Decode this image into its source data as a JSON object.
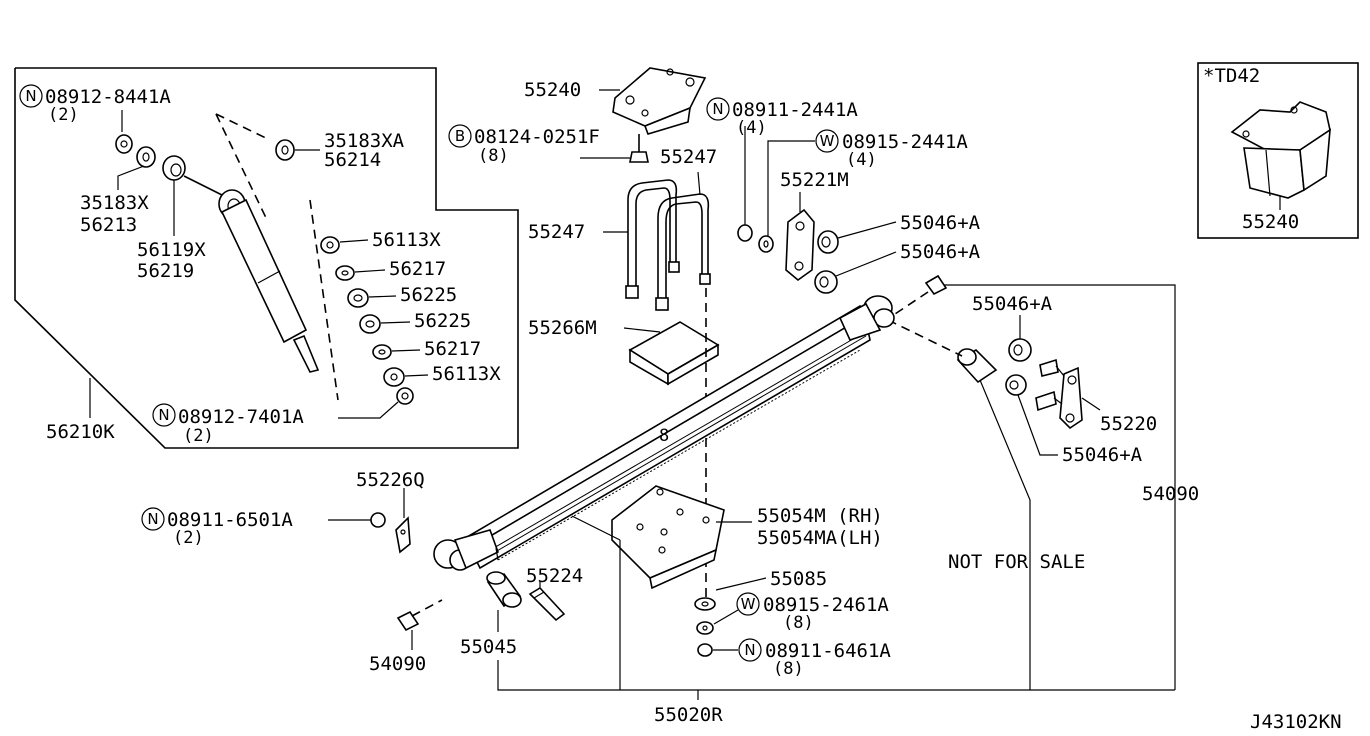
{
  "callouts": {
    "n_08912_8441a": {
      "prefix": "N",
      "code": "08912-8441A",
      "qty": "(2)"
    },
    "p_35183xa": "35183XA",
    "p_56214": "56214",
    "p_35183x": "35183X",
    "p_56213": "56213",
    "p_56119x": "56119X",
    "p_56219": "56219",
    "p_56113x_a": "56113X",
    "p_56217_a": "56217",
    "p_56225_a": "56225",
    "p_56225_b": "56225",
    "p_56217_b": "56217",
    "p_56113x_b": "56113X",
    "n_08912_7401a": {
      "prefix": "N",
      "code": "08912-7401A",
      "qty": "(2)"
    },
    "p_56210k": "56210K",
    "p_55240": "55240",
    "b_08124_0251f": {
      "prefix": "B",
      "code": "08124-0251F",
      "qty": "(8)"
    },
    "p_55247_a": "55247",
    "p_55247_b": "55247",
    "p_55266m": "55266M",
    "n_08911_2441a": {
      "prefix": "N",
      "code": "08911-2441A",
      "qty": "(4)"
    },
    "w_08915_2441a": {
      "prefix": "W",
      "code": "08915-2441A",
      "qty": "(4)"
    },
    "p_55221m": "55221M",
    "p_55046a_1": "55046+A",
    "p_55046a_2": "55046+A",
    "p_55046a_3": "55046+A",
    "p_55046a_4": "55046+A",
    "p_55220": "55220",
    "p_54090_r": "54090",
    "not_for_sale": "NOT FOR SALE",
    "p_55226q": "55226Q",
    "n_08911_6501a": {
      "prefix": "N",
      "code": "08911-6501A",
      "qty": "(2)"
    },
    "p_55054m": "55054M (RH)",
    "p_55054ma": "55054MA(LH)",
    "p_55224": "55224",
    "p_55085": "55085",
    "w_08915_2461a": {
      "prefix": "W",
      "code": "08915-2461A",
      "qty": "(8)"
    },
    "n_08911_6461a": {
      "prefix": "N",
      "code": "08911-6461A",
      "qty": "(8)"
    },
    "p_54090_l": "54090",
    "p_55045": "55045",
    "p_55020r": "55020R",
    "spring_mark": "8"
  },
  "inset": {
    "title": "*TD42",
    "part": "55240"
  },
  "diagram_id": "J43102KN"
}
